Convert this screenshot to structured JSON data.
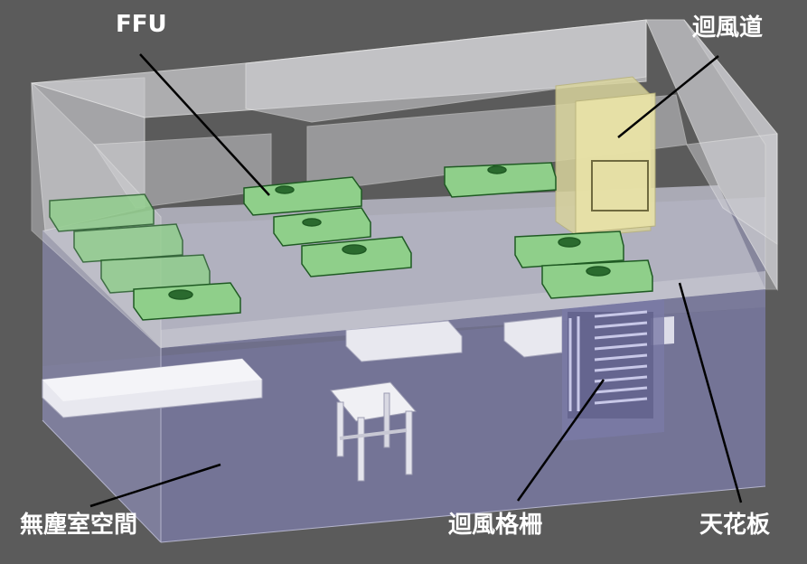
{
  "labels": {
    "ffu": "FFU",
    "return_air_duct": "迴風道",
    "cleanroom_space": "無塵室空間",
    "return_air_grille": "迴風格柵",
    "ceiling": "天花板"
  },
  "colors": {
    "background": "#5b5b5b",
    "ffu_fill": "#8fcf8a",
    "ffu_outline": "#1f5a23",
    "duct_fill": "#e9e3a8",
    "room_fill": "#8e8ea8",
    "label_text": "#ffffff",
    "leader_line": "#000000"
  }
}
